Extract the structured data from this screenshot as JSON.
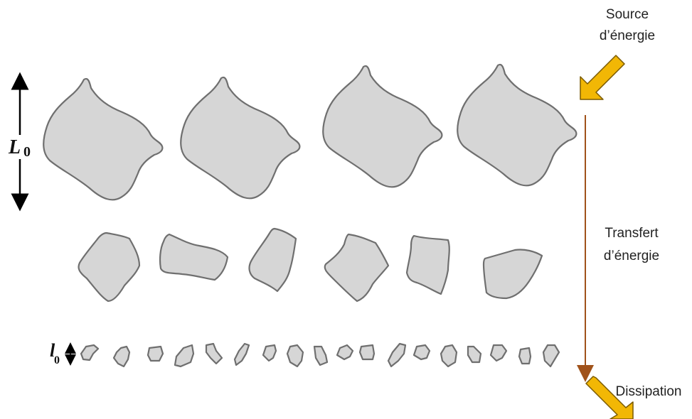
{
  "labels": {
    "source_line1": "Source",
    "source_line2": "d’énergie",
    "transfer_line1": "Transfert",
    "transfer_line2": "d’énergie",
    "dissipation": "Dissipation",
    "large_scale_symbol": "L",
    "large_scale_subscript": "0",
    "small_scale_symbol": "l",
    "small_scale_subscript": "0"
  },
  "eddy_rows": [
    {
      "scale": "large",
      "count": 4
    },
    {
      "scale": "medium",
      "count": 6
    },
    {
      "scale": "small",
      "count": 18
    }
  ],
  "colors": {
    "eddy_fill": "#d6d6d6",
    "eddy_stroke": "#6f6f6f",
    "energy_arrow_fill": "#f2b705",
    "energy_arrow_stroke": "#7a5a00",
    "transfer_arrow": "#a0521a",
    "scale_arrow": "#000000"
  }
}
